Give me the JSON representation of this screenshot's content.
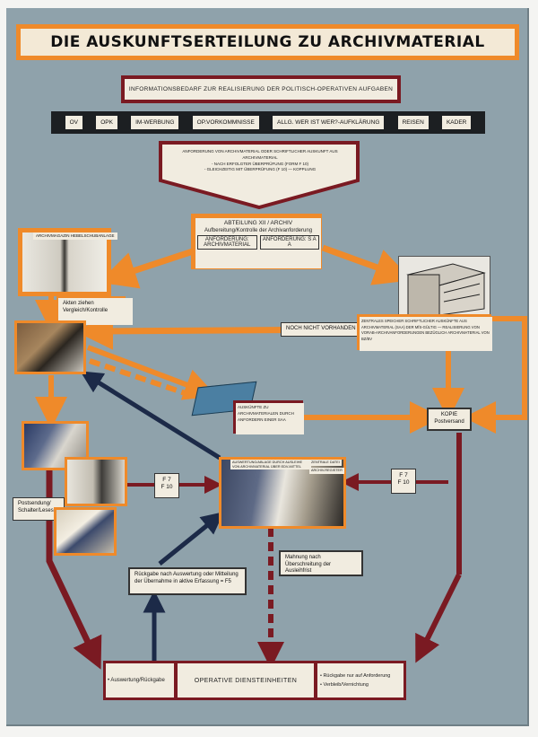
{
  "title": "DIE AUSKUNFTSERTEILUNG ZU ARCHIVMATERIAL",
  "info_banner": "INFORMATIONSBEDARF ZUR REALISIERUNG DER POLITISCH-OPERATIVEN AUFGABEN",
  "categories": [
    "OV",
    "OPK",
    "IM-WERBUNG",
    "OP.VORKOMMNISSE",
    "ALLG. WER IST WER?-AUFKLÄRUNG",
    "REISEN",
    "KADER"
  ],
  "request_box": {
    "line1": "ANFORDERUNG VON ARCHIVMATERIAL ODER SCHRIFTLICHER AUSKUNFT AUS ARCHIVMATERIAL",
    "line2": "- NACH ERFOLGTER ÜBERPRÜFUNG (FORM F 10)",
    "line3": "- GLEICHZEITIG MIT ÜBERPRÜFUNG (F 10) — KOPPLUNG"
  },
  "abteilung": {
    "heading": "ABTEILUNG XII / ARCHIV",
    "subheading": "Aufbereitung/Kontrolle der Archivanforderung",
    "left": "ANFORDERUNG: ARCHIVMATERIAL",
    "right": "ANFORDERUNG: S A A"
  },
  "archive_label": "ARCHIVMAGAZIN HEBELSCHUBANLAGE",
  "akten_label": "Akten ziehen Vergleich/Kontrolle",
  "noch_nicht": "NOCH NICHT VORHANDEN",
  "central_text": "ZENTRALES SPEICHER SCHRIFTLICHER AUSKÜNFTE AUS ARCHIVMATERIAL (SAA) DER MfS-GÜLTIG — REALISIERUNG VON VORAB-ARCHIVANFORDERUNGEN BEZÜGLICH ARCHIVMATERIAL VON BZ/BV",
  "saa_text": "AUSKÜNFTE ZU ARCHIVMATERIALEN DURCH ANFORDERN EINER SAA",
  "kopie_label": "KOPIE Postversand",
  "postsendung_label": "Postsendung/ Schalter/Lesesaal",
  "f7_left": "F 7\nF 10",
  "f7_right": "F 7\nF 10",
  "center_caption": "AUSWERTUNG/ABLAGE DURCH AUSLEIHE VON ARCHIVMATERIAL ÜBER EDV-MITTEL",
  "center_tag1": "ZENTRALE DATEI",
  "center_tag2": "ARCHIV-REGISTER",
  "mahnung": "Mahnung nach Überschreitung der Ausleihfrist",
  "rueckgabe": "Rückgabe nach Auswertung oder Mitteilung der Übernahme in aktive Erfassung = F5",
  "bottom": {
    "left": "• Auswertung/Rückgabe",
    "center": "OPERATIVE DIENSTEINHEITEN",
    "right1": "• Rückgabe nur auf Anforderung",
    "right2": "• Verbleib/Vernichtung"
  },
  "colors": {
    "board": "#8fa2ab",
    "orange": "#ef8a2a",
    "maroon": "#7a1a22",
    "navy": "#1c2a48",
    "paper": "#f1ece0"
  }
}
